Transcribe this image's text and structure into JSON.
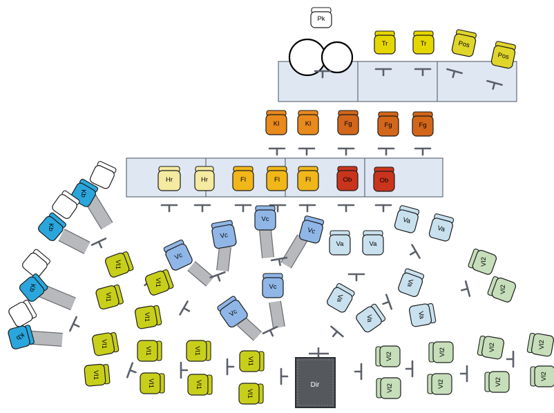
{
  "colors": {
    "riser_fill": "#dfe7f3",
    "riser_stroke": "#46505c",
    "stand": "#5a5f69",
    "percussion": "#ffffff",
    "trumpet": "#e6d600",
    "trombone": "#e0d52b",
    "horn": "#e88a1c",
    "bassoon": "#d2661a",
    "harp": "#f4eaa0",
    "flute": "#f0b61a",
    "oboe": "#c9341c",
    "double_bass": "#2aa6dc",
    "cello": "#8fb6e6",
    "viola": "#c9e1ee",
    "violin1": "#c8cf1a",
    "violin2": "#c6deba",
    "podium": "#55595d",
    "extension": "#b7b9bc"
  },
  "instrument_types": {
    "percussion": "Pk",
    "trumpet": "Tr",
    "trombone": "Pos",
    "horn": "Kl",
    "bassoon": "Fg",
    "harp": "Hr",
    "flute": "Fl",
    "oboe": "Ob",
    "double_bass": "Kb",
    "cello": "Vc",
    "viola": "Va",
    "violin1": "Vl1",
    "violin2": "Vl2",
    "conductor": "Dir"
  },
  "podium": {
    "label": "Dir"
  }
}
